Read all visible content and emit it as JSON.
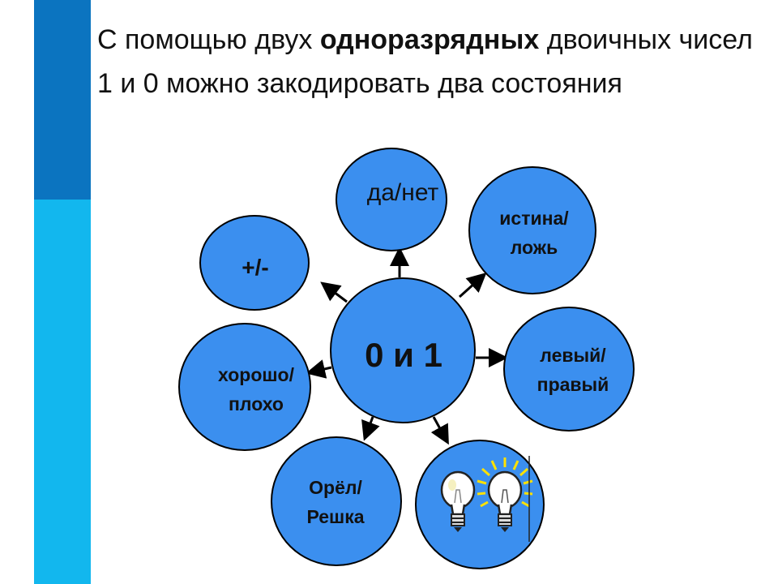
{
  "heading": {
    "part1": "С помощью двух ",
    "bold": "одноразрядных",
    "part2": " двоичных чисел 1 и 0 можно закодировать два состояния"
  },
  "colors": {
    "circle_fill": "#3b8fef",
    "circle_stroke": "#000000",
    "sidebar_dark": "#0b74c0",
    "sidebar_light": "#12b7ee"
  },
  "diagram": {
    "center": "0 и 1",
    "nodes": {
      "yes_no": "да/нет",
      "truth_line1": "истина/",
      "truth_line2": "ложь",
      "plus_minus": "+/-",
      "left_right_line1": "левый/",
      "left_right_line2": "правый",
      "good_bad_line1": "хорошо/",
      "good_bad_line2": "плохо",
      "heads_tails_line1": "Орёл/",
      "heads_tails_line2": "Решка",
      "bulbs_icon": "lightbulb-off-on-icon"
    }
  }
}
